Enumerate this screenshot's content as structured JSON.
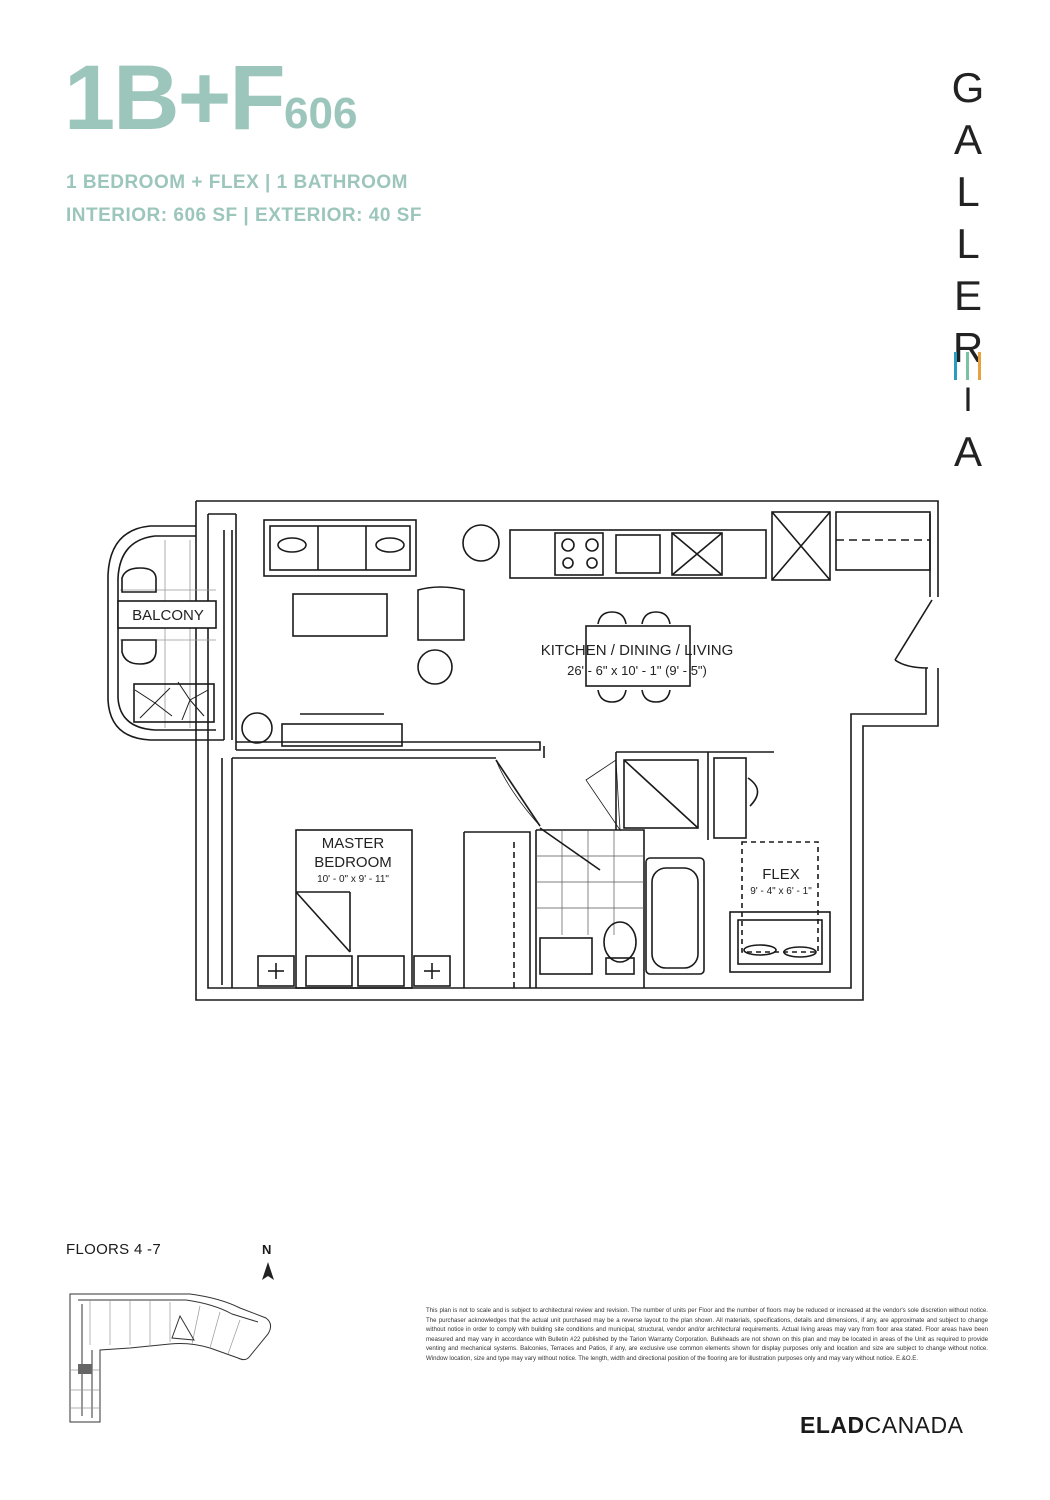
{
  "header": {
    "unit_type": "1B+F",
    "unit_number": "606",
    "summary": "1 BEDROOM + FLEX | 1 BATHROOM",
    "areas": "INTERIOR: 606 SF | EXTERIOR: 40 SF"
  },
  "brand": {
    "name": "GALLERIA",
    "bar_colors": [
      "#2a9bc1",
      "#7cc1a4",
      "#e6a23c"
    ]
  },
  "floorplan": {
    "balcony": "BALCONY",
    "kitchen_label": "KITCHEN / DINING / LIVING",
    "kitchen_dims": "26' - 6\" x 10' - 1\" (9' - 5\")",
    "bedroom_line1": "MASTER",
    "bedroom_line2": "BEDROOM",
    "bedroom_dims": "10' - 0\" x 9' - 11\"",
    "flex_label": "FLEX",
    "flex_dims": "9' - 4\" x 6' - 1\""
  },
  "keyplan": {
    "floors": "FLOORS 4 -7",
    "north": "N"
  },
  "disclaimer": "This plan is not to scale and is subject to architectural review and revision. The number of units per Floor and the number of floors may be reduced or increased at the vendor's sole discretion without notice. The purchaser acknowledges that the actual unit purchased may be a reverse layout to the plan shown. All materials, specifications, details and dimensions, if any, are approximate and subject to change without notice in order to comply with building site conditions and municipal, structural, vendor and/or architectural requirements. Actual living areas may vary from floor area stated. Floor areas have been measured and may vary in accordance with Bulletin #22 published by the Tarion Warranty Corporation. Bulkheads are not shown on this plan and may be located in areas of the Unit as required to provide venting and mechanical systems. Balconies, Terraces and Patios, if any, are exclusive use common elements shown for display purposes only and location and size are subject to change without notice. Window location, size and type may vary without notice. The length, width and directional position of the flooring are for illustration purposes only and may vary without notice. E.&O.E.",
  "footer": {
    "developer_bold": "ELAD",
    "developer_light": "CANADA"
  }
}
